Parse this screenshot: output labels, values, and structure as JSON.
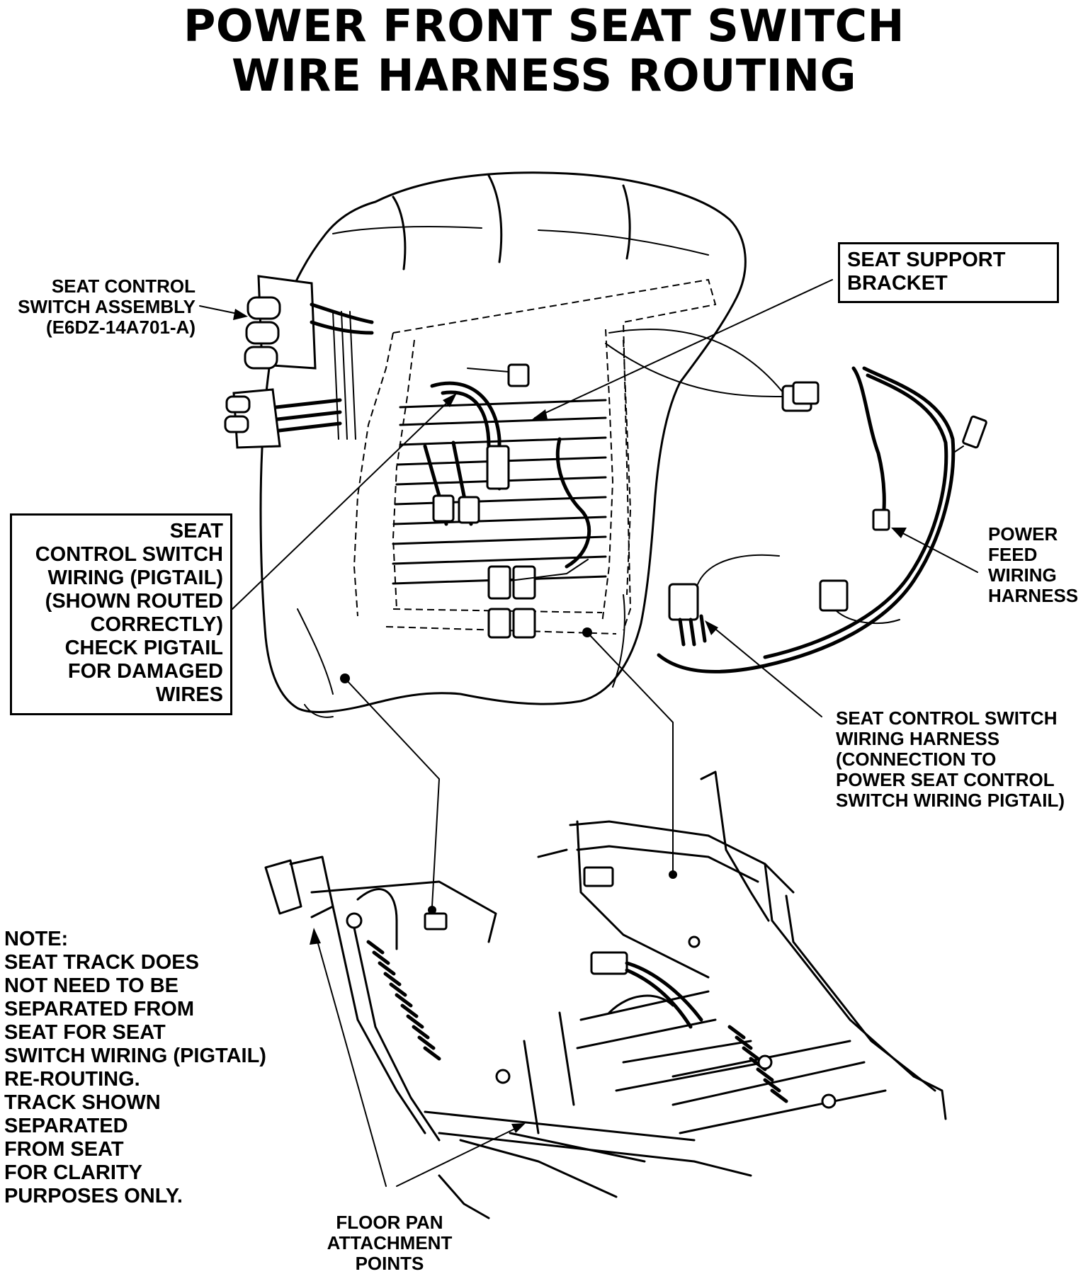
{
  "title": {
    "line1": "POWER FRONT SEAT SWITCH",
    "line2": "WIRE HARNESS ROUTING"
  },
  "labels": {
    "seat_control_switch_assembly": "SEAT CONTROL\nSWITCH ASSEMBLY\n(E6DZ-14A701-A)",
    "seat_support_bracket": "SEAT SUPPORT\nBRACKET",
    "seat_control_switch_wiring_pigtail": "SEAT\nCONTROL SWITCH\nWIRING (PIGTAIL)\n(SHOWN ROUTED\nCORRECTLY)\nCHECK PIGTAIL\nFOR DAMAGED\nWIRES",
    "power_feed_wiring_harness": "POWER\nFEED\nWIRING\nHARNESS",
    "seat_control_switch_wiring_harness": "SEAT CONTROL SWITCH\nWIRING HARNESS\n(CONNECTION TO\nPOWER SEAT CONTROL\nSWITCH WIRING PIGTAIL)",
    "note": "NOTE:\nSEAT TRACK DOES\nNOT NEED TO BE\nSEPARATED FROM\nSEAT FOR SEAT\nSWITCH WIRING (PIGTAIL)\nRE-ROUTING.\nTRACK SHOWN\nSEPARATED\nFROM SEAT\nFOR CLARITY\nPURPOSES ONLY.",
    "floor_pan_attachment_points": "FLOOR PAN\nATTACHMENT\nPOINTS"
  },
  "colors": {
    "ink": "#000000",
    "paper": "#ffffff"
  }
}
